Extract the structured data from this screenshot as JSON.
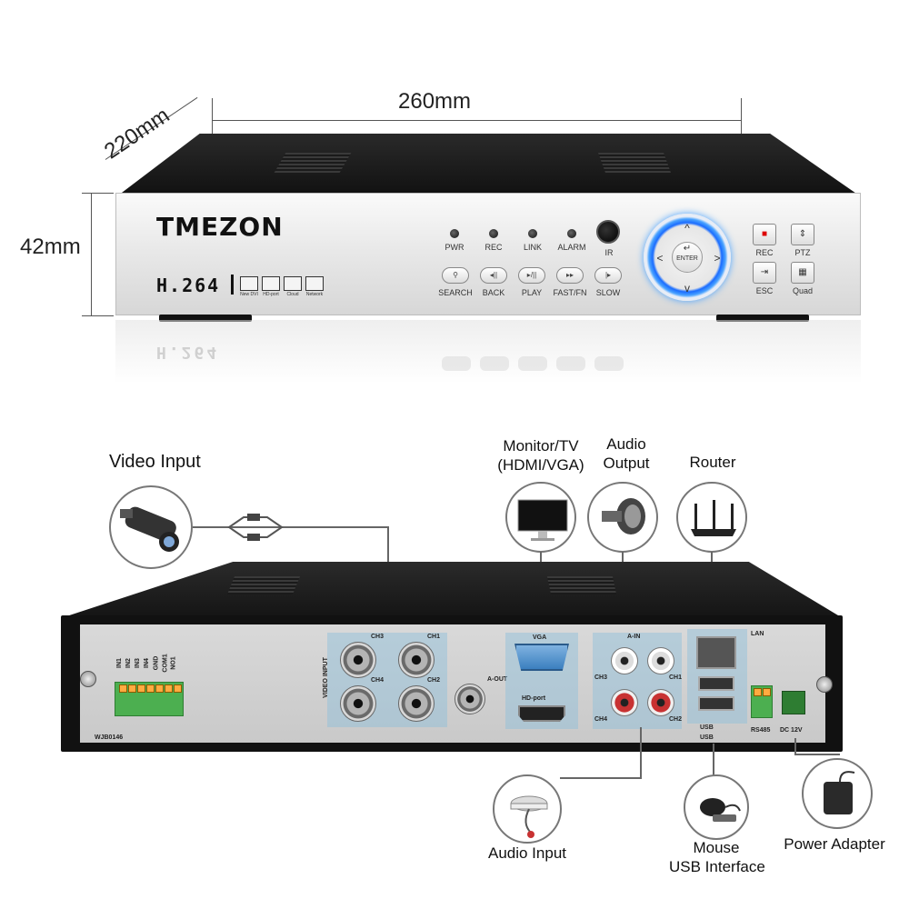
{
  "dimensions": {
    "width": "260mm",
    "depth": "220mm",
    "height": "42mm"
  },
  "front_panel": {
    "brand": "TMEZON",
    "codec": "H.264",
    "codec_icons": [
      "New DVI",
      "HD-port",
      "Cloud",
      "Network"
    ],
    "indicators": [
      "PWR",
      "REC",
      "LINK",
      "ALARM",
      "IR"
    ],
    "playback_buttons": [
      "SEARCH",
      "BACK",
      "PLAY",
      "FAST/FN",
      "SLOW"
    ],
    "dpad_center": "ENTER",
    "side_buttons": [
      "REC",
      "PTZ",
      "ESC",
      "Quad"
    ]
  },
  "reflection_text": "H.264",
  "callouts": {
    "video_input": "Video Input",
    "monitor_line1": "Monitor/TV",
    "monitor_line2": "(HDMI/VGA)",
    "audio_output_line1": "Audio",
    "audio_output_line2": "Output",
    "router": "Router",
    "audio_input": "Audio Input",
    "mouse_line1": "Mouse",
    "mouse_line2": "USB Interface",
    "power_adapter": "Power Adapter"
  },
  "rear_panel": {
    "alarm_inputs": [
      "IN1",
      "IN2",
      "IN3",
      "IN4",
      "GND",
      "COM1",
      "NO1"
    ],
    "model": "WJB0146",
    "video_input_label": "VIDEO INPUT",
    "bnc_channels": [
      "CH3",
      "CH1",
      "CH4",
      "CH2"
    ],
    "a_out": "A-OUT",
    "vga": "VGA",
    "hdmi": "HD-port",
    "a_in": "A-IN",
    "audio_channels": [
      "CH3",
      "CH1",
      "CH4",
      "CH2"
    ],
    "lan": "LAN",
    "usb": [
      "USB",
      "USB"
    ],
    "rs485": "RS485",
    "dc": "DC 12V"
  }
}
